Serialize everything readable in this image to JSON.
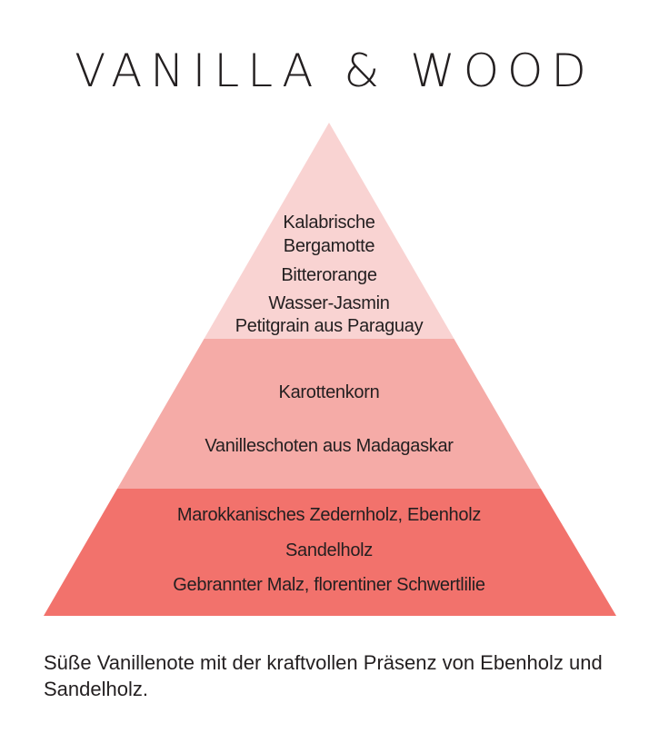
{
  "title": "VANILLA & WOOD",
  "pyramid": {
    "top": {
      "color": "#f9d3d2",
      "notes": [
        "Kalabrische",
        "Bergamotte",
        "Bitterorange",
        "Wasser-Jasmin",
        "Petitgrain aus Paraguay"
      ]
    },
    "middle": {
      "color": "#f5aba7",
      "notes": [
        "Karottenkorn",
        "Vanilleschoten aus Madagaskar"
      ]
    },
    "base": {
      "color": "#f2726c",
      "notes": [
        "Marokkanisches Zedernholz, Ebenholz",
        "Sandelholz",
        "Gebrannter Malz, florentiner Schwertlilie"
      ]
    }
  },
  "description": "Süße Vanillenote mit der kraftvollen Präsenz von Ebenholz und Sandelholz."
}
